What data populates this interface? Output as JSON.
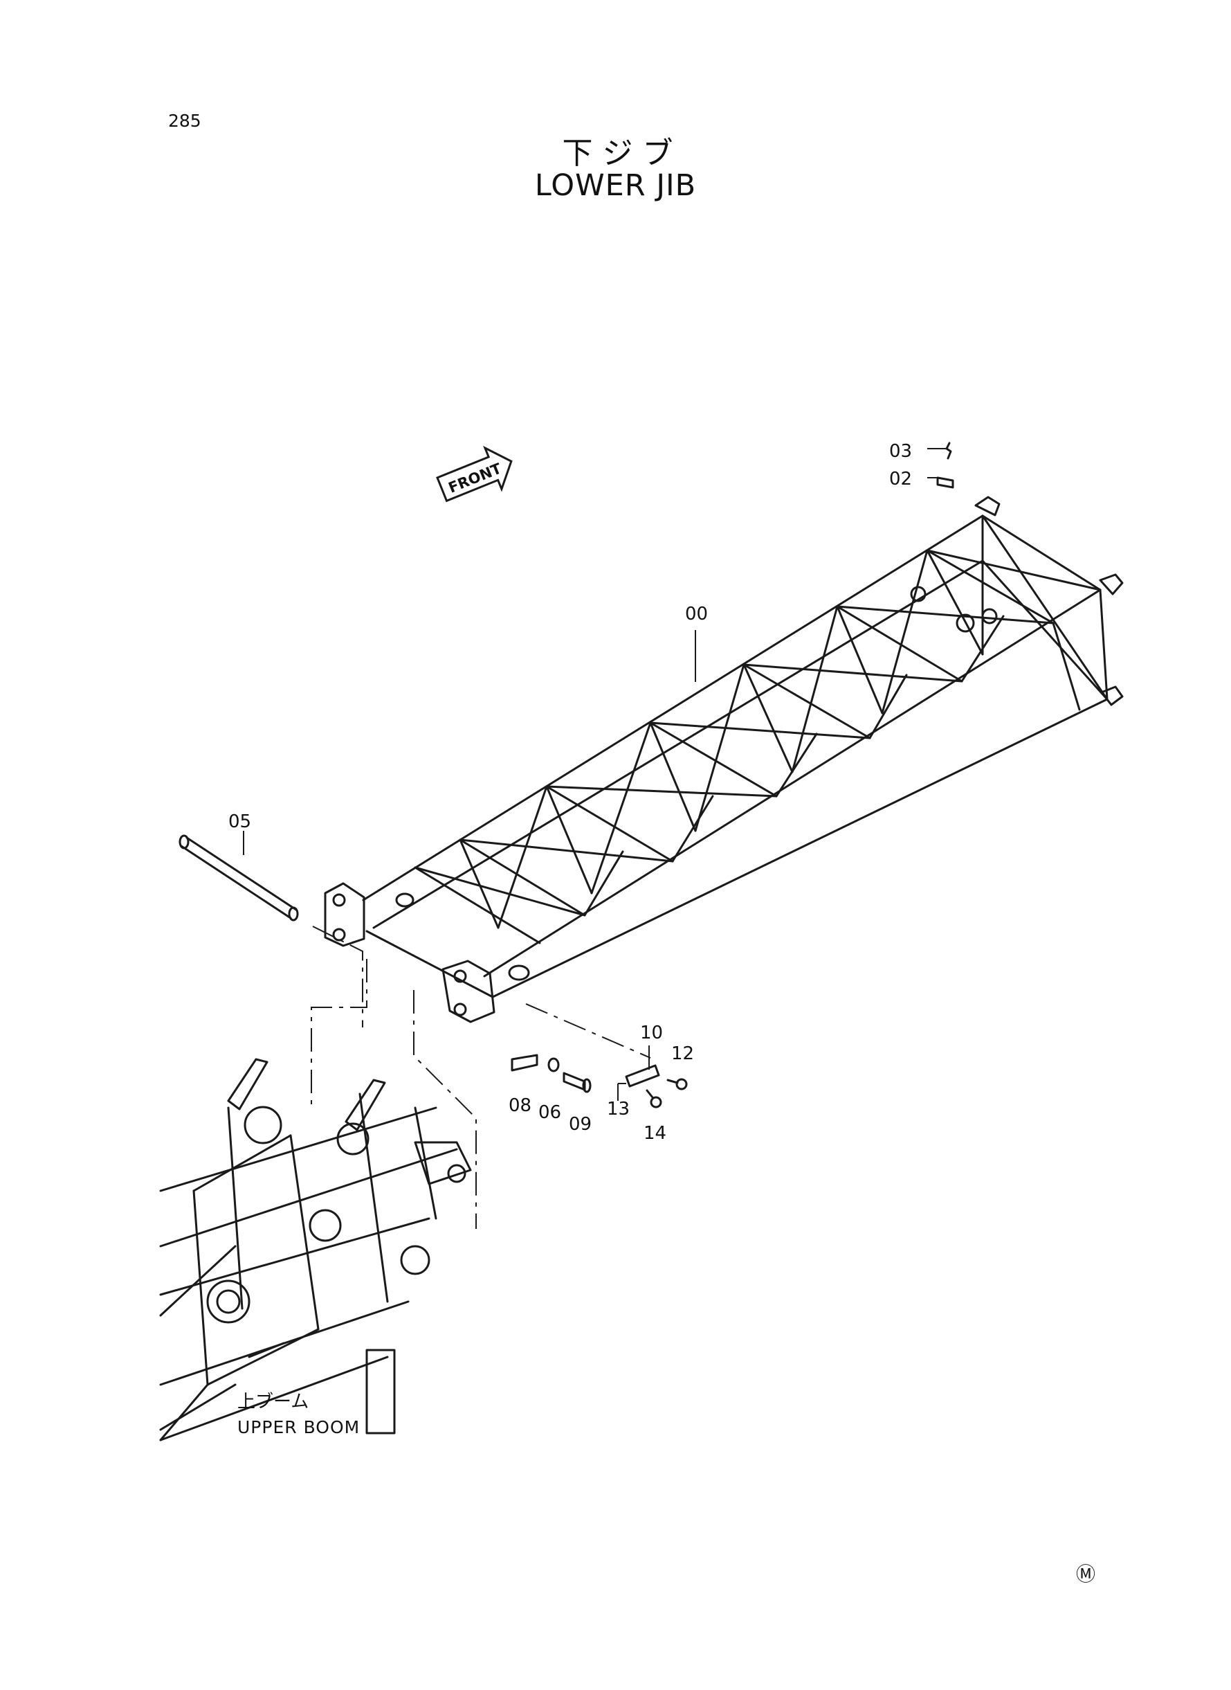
{
  "page_number": "285",
  "title": {
    "japanese": "下ジブ",
    "english": "LOWER JIB"
  },
  "front_arrow_label": "FRONT",
  "callouts": [
    "00",
    "02",
    "03",
    "05",
    "06",
    "08",
    "09",
    "10",
    "12",
    "13",
    "14"
  ],
  "upper_boom_label": {
    "japanese": "上ブーム",
    "english": "UPPER BOOM"
  },
  "footer_mark": "Ⓜ"
}
